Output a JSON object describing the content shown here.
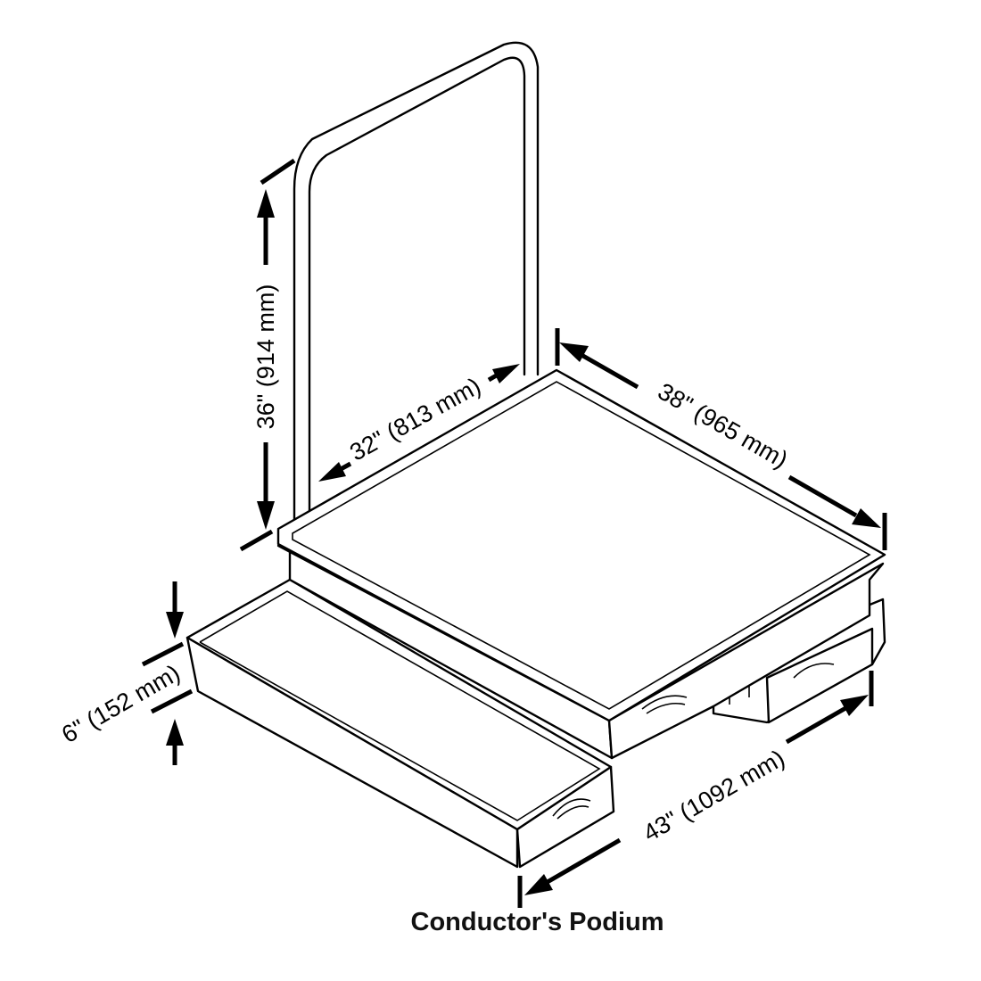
{
  "figure": {
    "caption": "Conductor's Podium",
    "dimensions": {
      "rail_height": "36\" (914 mm)",
      "top_width": "32\" (813 mm)",
      "top_depth": "38\" (965 mm)",
      "step_height": "6\" (152 mm)",
      "overall_length": "43\" (1092 mm)"
    }
  },
  "colors": {
    "line": "#000000",
    "background": "#ffffff"
  }
}
